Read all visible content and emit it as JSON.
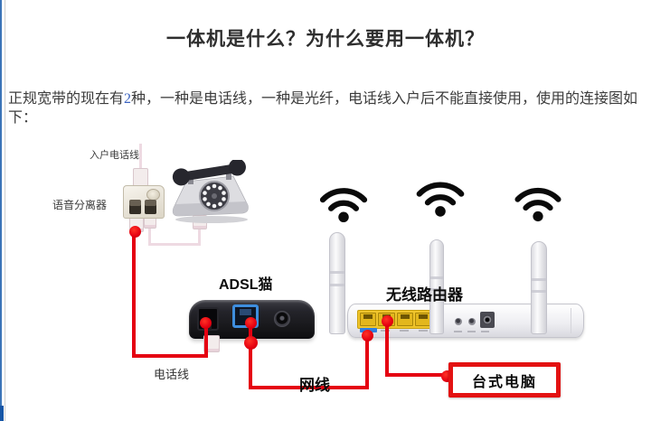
{
  "header": {
    "title": "一体机是什么？为什么要用一体机？"
  },
  "intro": {
    "text_before": "正规宽带的现在有",
    "highlight": "2",
    "text_after": "种，一种是电话线，一种是光纤，电话线入户后不能直接使用，使用的连接图如下："
  },
  "diagram": {
    "incoming_phone_line_label": "入户电话线",
    "voice_splitter_label": "语音分离器",
    "adsl_modem_label": "ADSL猫",
    "phone_line_label": "电话线",
    "network_cable_label": "网线",
    "wireless_router_label": "无线路由器",
    "desktop_pc_label": "台式电脑",
    "colors": {
      "cable_red": "#e50011",
      "phone_cord_pink": "#eedae2",
      "wan_strip_blue": "#2f80e0",
      "lan_port_yellow": "#f0c52c",
      "highlight_number_blue": "#3a62c0"
    }
  }
}
